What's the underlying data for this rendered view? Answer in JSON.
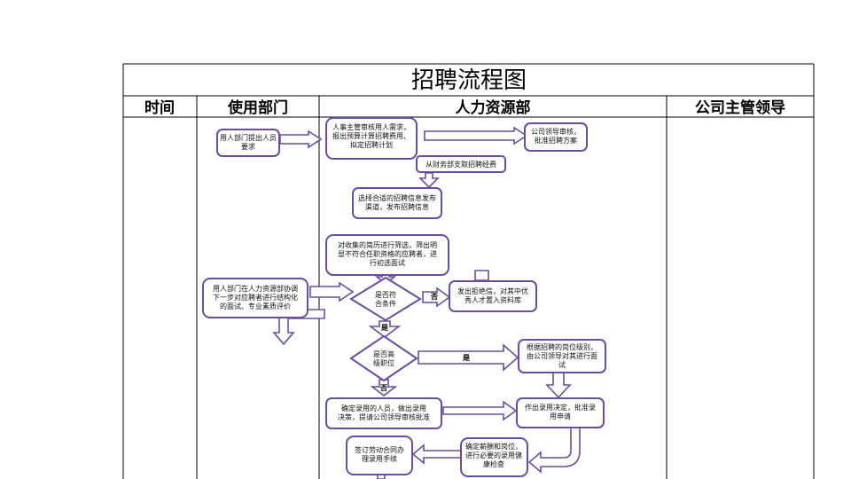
{
  "title": "招聘流程图",
  "columns": {
    "time": "时间",
    "dept": "使用部门",
    "hr": "人力资源部",
    "leader": "公司主管领导"
  },
  "nodes": {
    "n1": [
      "用人部门提出人员",
      "要求"
    ],
    "n2": [
      "人事主管审核用人需求，",
      "报出预算计算招聘费用、",
      "拟定招聘计划"
    ],
    "n3": [
      "公司领导审核，",
      "批准招聘方案"
    ],
    "n4": [
      "从财务部支取招聘经费"
    ],
    "n5": [
      "选择合适的招聘信息发布",
      "渠道，发布招聘信息"
    ],
    "n6": [
      "对收集的简历进行筛选，筛出明",
      "显不符合任职资格的应聘者，进",
      "行初选面试"
    ],
    "n7": [
      "用人部门在人力资源部协调",
      "下一步对应聘者进行结构化",
      "的面试、专业素质评价"
    ],
    "d1": [
      "是否符",
      "合条件"
    ],
    "n8": [
      "发出拒绝信，对其中优",
      "秀人才置入资料库"
    ],
    "d2": [
      "是否高",
      "级职位"
    ],
    "n9": [
      "根据招聘的岗位级别，",
      "由公司领导对其进行面",
      "试"
    ],
    "n10": [
      "确定录用的人员，做出录用",
      "决策，提请公司领导审核批准"
    ],
    "n11": [
      "作出录用决定，批准录",
      "用申请"
    ],
    "n12": [
      "签订劳动合同办",
      "理录用手续"
    ],
    "n13": [
      "确定薪酬和岗位，",
      "进行必要的录用健",
      "康检查"
    ]
  },
  "labels": {
    "no1": "否",
    "yes1": "是",
    "yes2": "是",
    "no2": "否"
  }
}
